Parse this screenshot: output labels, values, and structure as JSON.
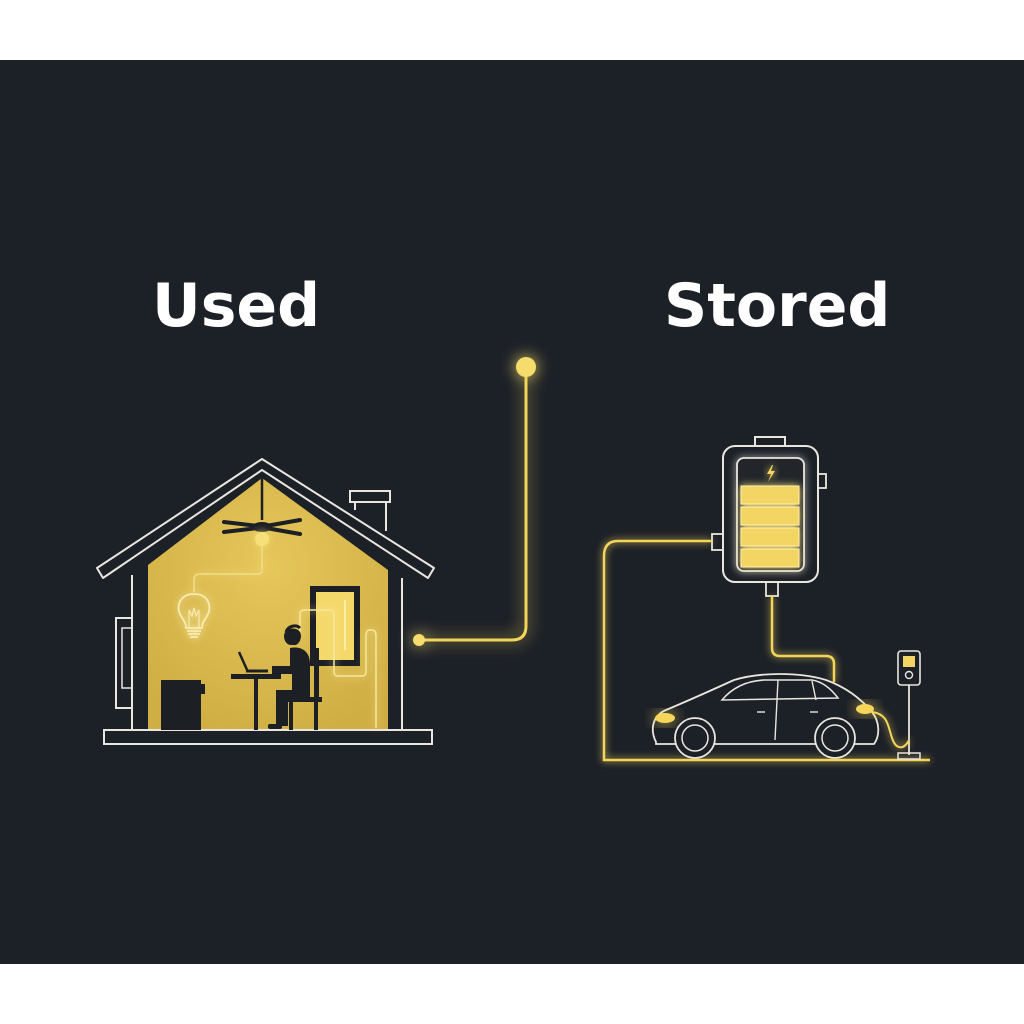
{
  "labels": {
    "used": "Used",
    "stored": "Stored"
  },
  "colors": {
    "background": "#1c2027",
    "frame": "#ffffff",
    "outline": "#e8e6de",
    "house_fill": "#d9b84a",
    "glow": "#f5d65a",
    "battery_cell": "#f2d562",
    "dark_silhouette": "#1c1f24"
  },
  "illustration": {
    "left_scene": "house",
    "right_scene": "battery-charging-car",
    "battery_cells": 4,
    "connector": "glowing-wire"
  }
}
